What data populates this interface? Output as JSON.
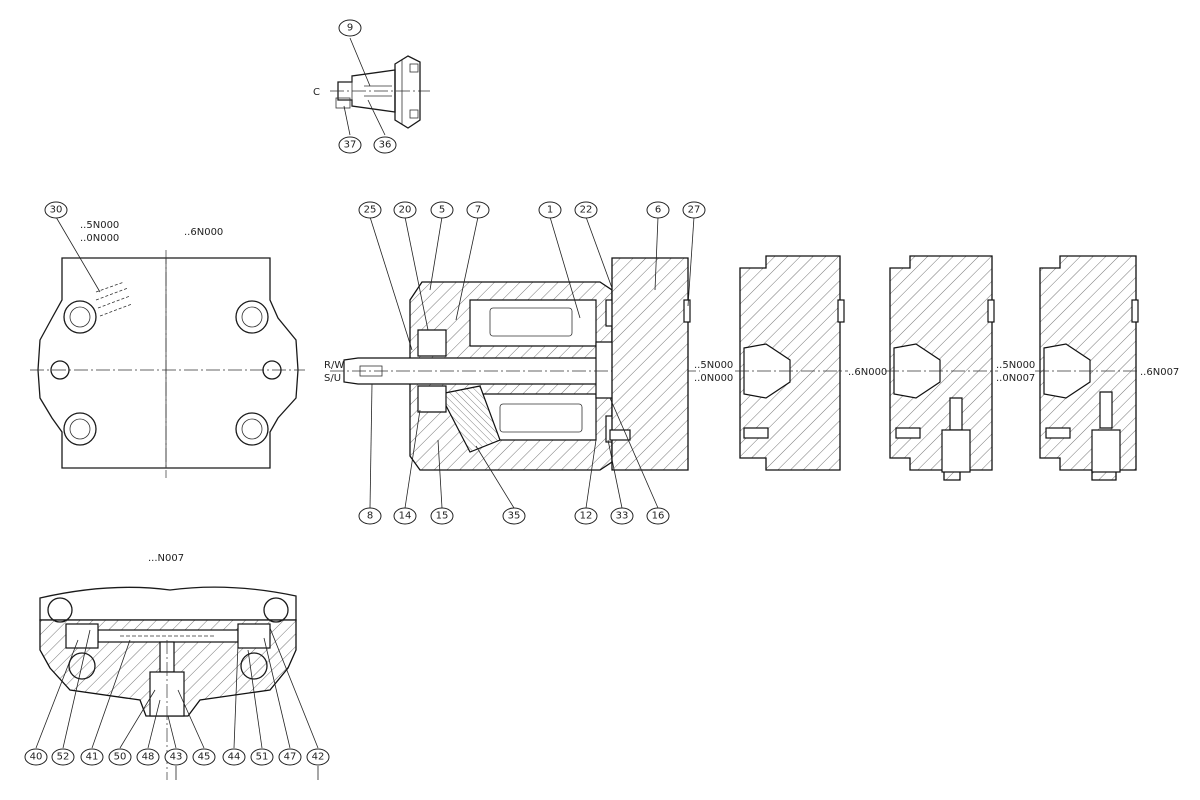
{
  "callouts": [
    {
      "id": "c9",
      "label": "9"
    },
    {
      "id": "c37",
      "label": "37"
    },
    {
      "id": "c36",
      "label": "36"
    },
    {
      "id": "c30",
      "label": "30"
    },
    {
      "id": "c25",
      "label": "25"
    },
    {
      "id": "c20",
      "label": "20"
    },
    {
      "id": "c5",
      "label": "5"
    },
    {
      "id": "c7",
      "label": "7"
    },
    {
      "id": "c1",
      "label": "1"
    },
    {
      "id": "c22",
      "label": "22"
    },
    {
      "id": "c6",
      "label": "6"
    },
    {
      "id": "c27",
      "label": "27"
    },
    {
      "id": "c8",
      "label": "8"
    },
    {
      "id": "c14",
      "label": "14"
    },
    {
      "id": "c15",
      "label": "15"
    },
    {
      "id": "c35",
      "label": "35"
    },
    {
      "id": "c12",
      "label": "12"
    },
    {
      "id": "c33",
      "label": "33"
    },
    {
      "id": "c16",
      "label": "16"
    },
    {
      "id": "c40",
      "label": "40"
    },
    {
      "id": "c52",
      "label": "52"
    },
    {
      "id": "c41",
      "label": "41"
    },
    {
      "id": "c50",
      "label": "50"
    },
    {
      "id": "c48",
      "label": "48"
    },
    {
      "id": "c43",
      "label": "43"
    },
    {
      "id": "c45",
      "label": "45"
    },
    {
      "id": "c44",
      "label": "44"
    },
    {
      "id": "c51",
      "label": "51"
    },
    {
      "id": "c47",
      "label": "47"
    },
    {
      "id": "c42",
      "label": "42"
    }
  ],
  "labels": {
    "c_mark": "C",
    "front_5n000": "..5N000",
    "front_0n000": "..0N000",
    "front_6n000": "..6N000",
    "rotation_rw": "R/W",
    "rotation_su": "S/U",
    "main_5n000": "..5N000",
    "main_0n000": "..0N000",
    "cover_6n000": "..6N000",
    "cover_5n000": "..5N000",
    "cover_0n007": "..0N007",
    "cover_6n007": "..6N007",
    "bottom_n007": "...N007"
  }
}
